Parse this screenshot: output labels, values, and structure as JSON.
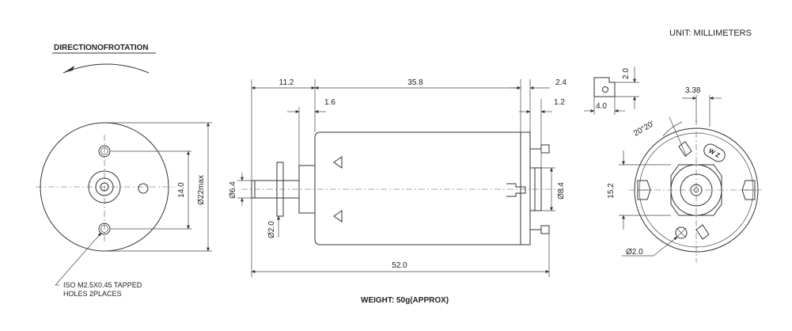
{
  "header": {
    "unit_label": "UNIT: MILLIMETERS",
    "direction_label": "DIRECTIONOFROTATION",
    "weight_label": "WEIGHT: 50g(APPROX)"
  },
  "front_view": {
    "dim_bolt_spacing": "14.0",
    "dim_body_diameter": "Ø22max",
    "note_line1": "ISO M2.5X0.45 TAPPED",
    "note_line2": "HOLES  2PLACES"
  },
  "side_view": {
    "dim_shaft_length": "11.2",
    "dim_body_length": "35.8",
    "dim_endcap": "2.4",
    "dim_boss": "1.6",
    "dim_endcap_inner": "1.2",
    "dim_shaft_diameter": "Ø6.4",
    "dim_shaft_small": "Ø2.0",
    "dim_rear_boss": "Ø8.4",
    "dim_total_length": "52.0"
  },
  "terminal_detail": {
    "dim_height": "2.0",
    "dim_width": "4.0"
  },
  "rear_view": {
    "dim_offset": "3.38",
    "dim_angle": "20°20'",
    "dim_span": "15.2",
    "dim_hole": "Ø2.0",
    "brush_marking": "W Z"
  }
}
